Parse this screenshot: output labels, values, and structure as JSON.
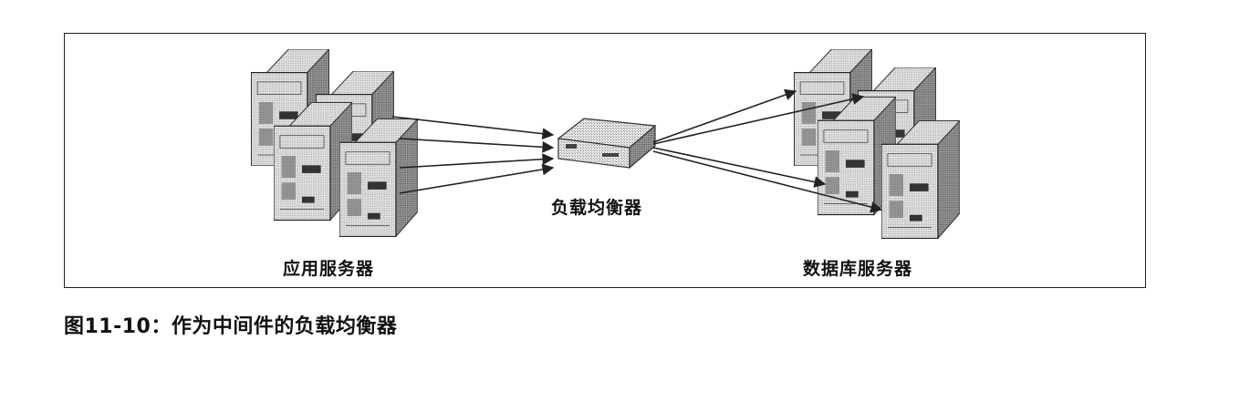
{
  "groups": {
    "app_servers": {
      "label": "应用服务器"
    },
    "load_balancer": {
      "label": "负载均衡器"
    },
    "db_servers": {
      "label": "数据库服务器"
    }
  },
  "caption": {
    "text": "图11-10：作为中间件的负载均衡器"
  }
}
